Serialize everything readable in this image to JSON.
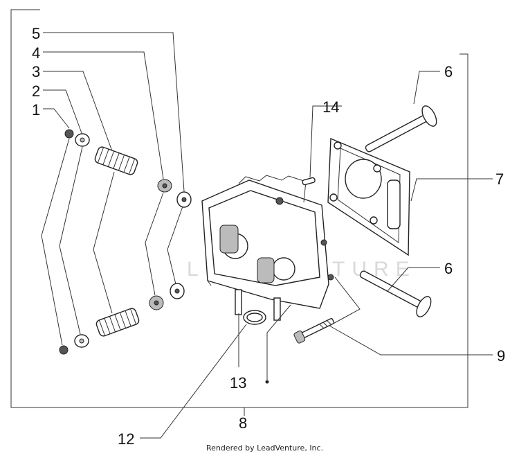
{
  "callouts": {
    "c1": "1",
    "c2": "2",
    "c3": "3",
    "c4": "4",
    "c5": "5",
    "c6a": "6",
    "c6b": "6",
    "c7": "7",
    "c8": "8",
    "c9": "9",
    "c12": "12",
    "c13": "13",
    "c14": "14"
  },
  "footer": "Rendered by LeadVenture, Inc.",
  "watermark": "LEADVENTURE"
}
